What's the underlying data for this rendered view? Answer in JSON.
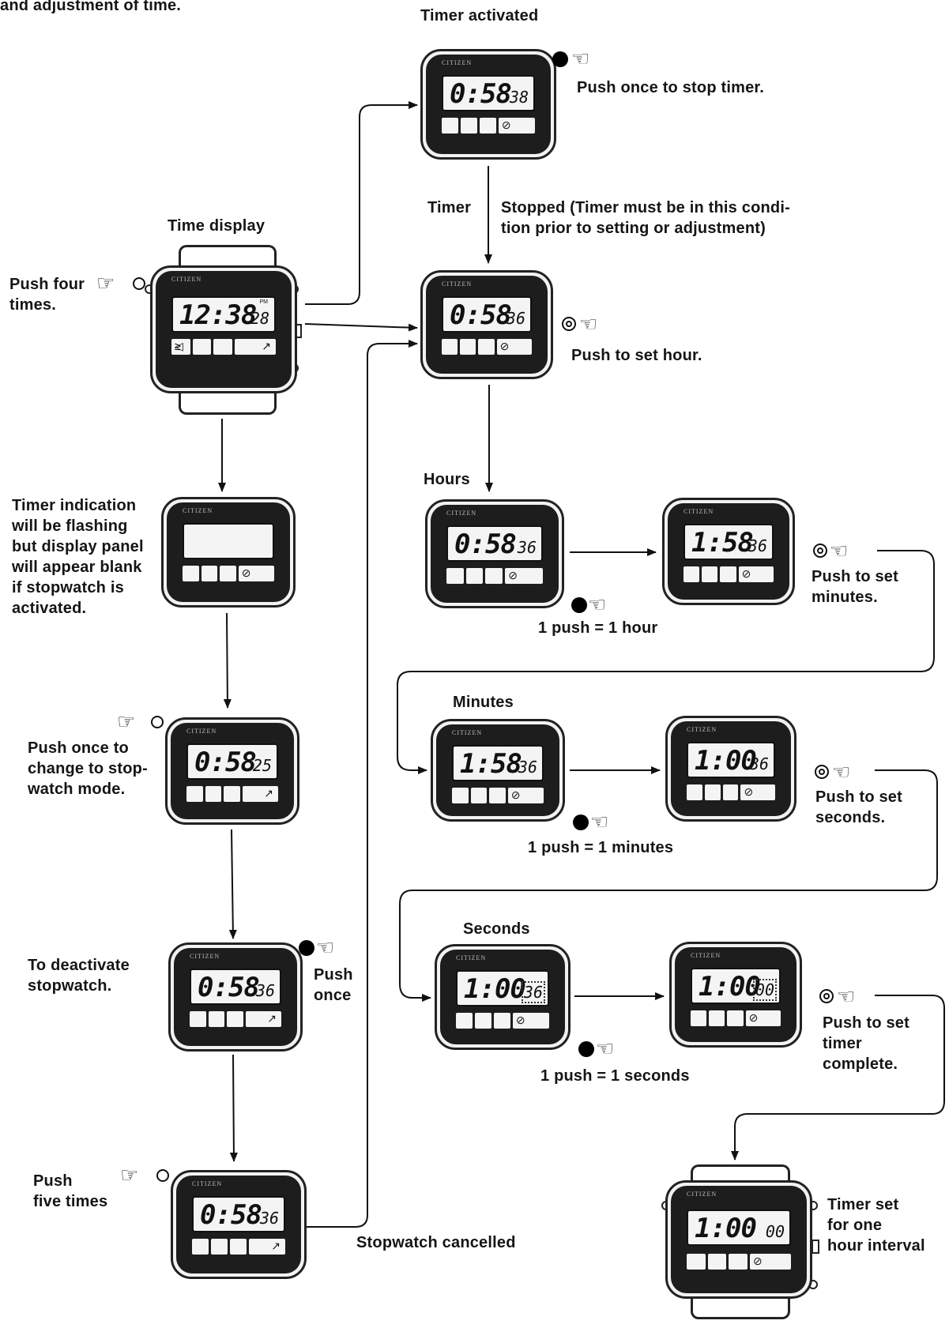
{
  "header": {
    "partial_title": "and adjustment of time."
  },
  "labels": {
    "time_display": "Time display",
    "push_four_times": "Push four\ntimes.",
    "timer_activated": "Timer activated",
    "push_once_stop": "Push once to stop timer.",
    "timer": "Timer",
    "stopped": "Stopped (Timer must be in this condi-\ntion prior to setting or adjustment)",
    "push_set_hour": "Push to set hour.",
    "timer_flashing": "Timer indication\nwill be flashing\nbut display panel\nwill appear blank\nif stopwatch is\nactivated.",
    "push_once_change": "Push once to\nchange to stop-\nwatch mode.",
    "to_deactivate": "To deactivate\nstopwatch.",
    "push_once": "Push\nonce",
    "push_five": "Push\nfive times",
    "stopwatch_cancelled": "Stopwatch cancelled",
    "hours": "Hours",
    "one_push_hour": "1 push = 1 hour",
    "push_set_minutes": "Push to set\nminutes.",
    "minutes": "Minutes",
    "one_push_minutes": "1 push = 1 minutes",
    "push_set_seconds": "Push to set\nseconds.",
    "seconds": "Seconds",
    "one_push_seconds": "1 push = 1 seconds",
    "push_set_complete": "Push to set\ntimer\ncomplete.",
    "timer_set": "Timer set\nfor one\nhour interval"
  },
  "watches": {
    "time_display": {
      "main": "12:38",
      "sec": "28",
      "pm": "PM",
      "brand": "CITIZEN"
    },
    "blank": {
      "main": "",
      "sec": "",
      "brand": "CITIZEN"
    },
    "sw_mode": {
      "main": "0:58",
      "sec": "25",
      "brand": "CITIZEN"
    },
    "deactivate": {
      "main": "0:58",
      "sec": "36",
      "brand": "CITIZEN"
    },
    "sw_cancel": {
      "main": "0:58",
      "sec": "36",
      "brand": "CITIZEN"
    },
    "timer_activated": {
      "main": "0:58",
      "sec": "38",
      "brand": "CITIZEN"
    },
    "stopped": {
      "main": "0:58",
      "sec": "36",
      "brand": "CITIZEN"
    },
    "hours_a": {
      "main": "0:58",
      "sec": "36",
      "brand": "CITIZEN"
    },
    "hours_b": {
      "main": "1:58",
      "sec": "36",
      "brand": "CITIZEN"
    },
    "minutes_a": {
      "main": "1:58",
      "sec": "36",
      "brand": "CITIZEN"
    },
    "minutes_b": {
      "main": "1:00",
      "sec": "36",
      "brand": "CITIZEN"
    },
    "seconds_a": {
      "main": "1:00",
      "sec": "36",
      "brand": "CITIZEN"
    },
    "seconds_b": {
      "main": "1:00",
      "sec": "00",
      "brand": "CITIZEN"
    },
    "final": {
      "main": "1:00",
      "sec": "00",
      "brand": "CITIZEN"
    }
  },
  "icons": [
    "timer-icon",
    "stopwatch-icon",
    "alarm-icon",
    "pointing-hand-icon",
    "filled-button-icon",
    "hollow-button-icon",
    "double-circle-button-icon"
  ]
}
